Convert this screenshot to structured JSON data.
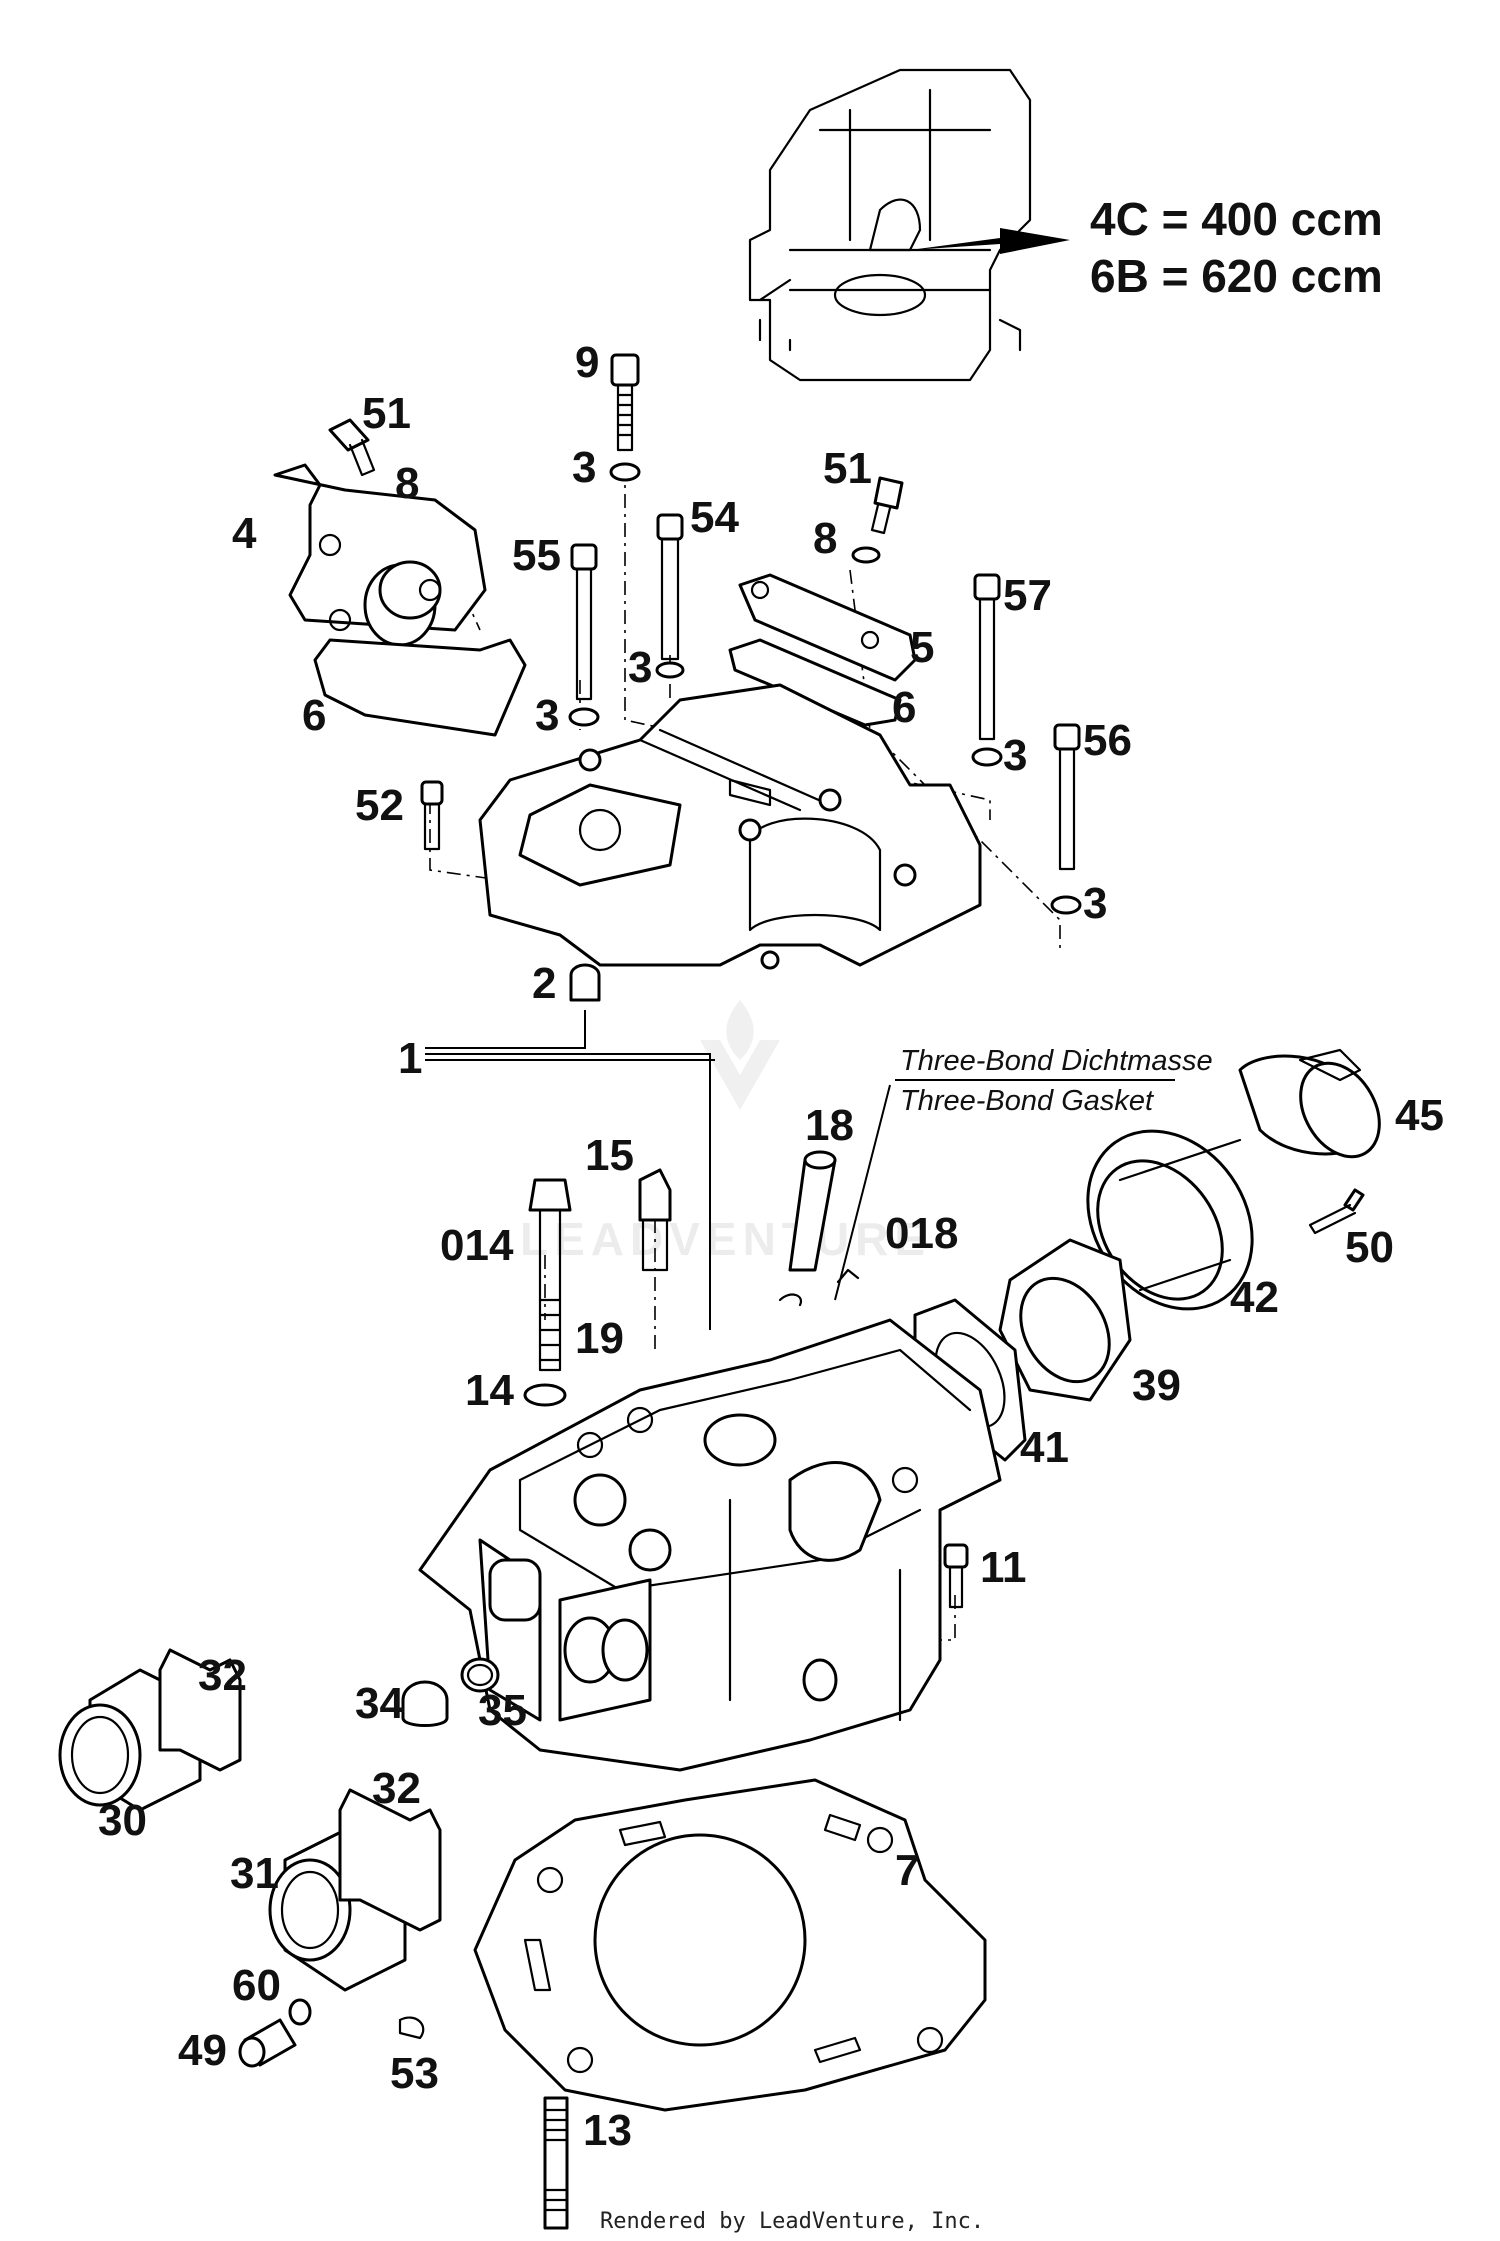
{
  "header": {
    "line1": "4C = 400 ccm",
    "line2": "6B = 620 ccm"
  },
  "note": {
    "line1": "Three-Bond Dichtmasse",
    "line2": "Three-Bond Gasket"
  },
  "watermark": "LEADVENTURE",
  "footer": "Rendered by LeadVenture, Inc.",
  "callouts": [
    "9",
    "51",
    "8",
    "3",
    "51",
    "4",
    "54",
    "8",
    "55",
    "57",
    "5",
    "3",
    "6",
    "6",
    "3",
    "3",
    "56",
    "52",
    "3",
    "2",
    "1",
    "15",
    "18",
    "45",
    "014",
    "018",
    "50",
    "42",
    "19",
    "14",
    "39",
    "41",
    "11",
    "32",
    "34",
    "35",
    "32",
    "30",
    "7",
    "31",
    "60",
    "49",
    "53",
    "13"
  ]
}
